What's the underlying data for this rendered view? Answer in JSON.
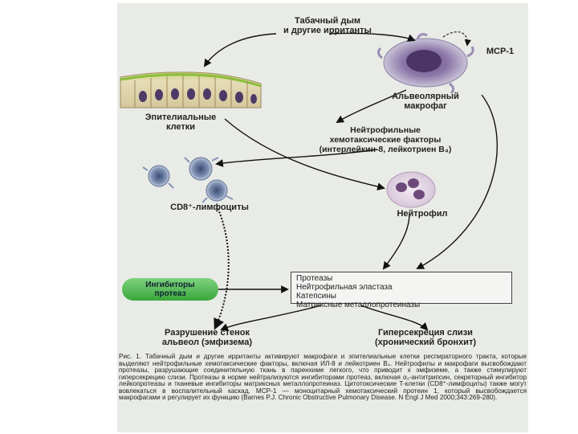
{
  "labels": {
    "smoke": "Табачный дым\nи другие ирританты",
    "mcp": "MCP-1",
    "macrophage": "Альвеолярный\nмакрофаг",
    "epithelial": "Эпителиальные\nклетки",
    "factors": "Нейтрофильные\nхемотаксические факторы\n(интерлейкин-8, лейкотриен B₄)",
    "cd8": "CD8⁺-лимфоциты",
    "neutrophil": "Нейтрофил",
    "inhibitors": "Ингибиторы\nпротеаз",
    "emphysema": "Разрушение стенок\nальвеол (эмфизема)",
    "bronchitis": "Гиперсекреция слизи\n(хронический бронхит)"
  },
  "proteases": {
    "title": "Протеазы",
    "items": [
      "Нейтрофильная эластаза",
      "Катепсины",
      "Матриксные металлопротеиназы"
    ]
  },
  "caption": "Рис. 1. Табачный дым и другие ирританты активируют макрофаги и эпителиальные клетки респираторного тракта, которые выделяют нейтрофильные хемотаксические факторы, включая ИЛ-8 и лейкотриен B₄. Нейтрофилы и макрофаги высвобождают протеазы, разрушающие соединительную ткань в паренхиме легкого, что приводит к эмфиземе, а также стимулируют гиперсекрецию слизи. Протеазы в норме нейтрализуются ингибиторами протеаз, включая α₁-антитрипсин, секреторный ингибитор лейкопротеазы и тканевые ингибиторы матриксных металлопротеиназ. Цитотоксические T-клетки (CD8⁺-лимфоциты) также могут вовлекаться в воспалительный каскад. MCP-1 — моноцитарный хемотаксический протеин 1, который высвобождается макрофагами и регулирует их функцию (Barnes P.J. Chronic Obstructive Pulmonary Disease. N Engl J Med 2000;343:269-280)."
}
